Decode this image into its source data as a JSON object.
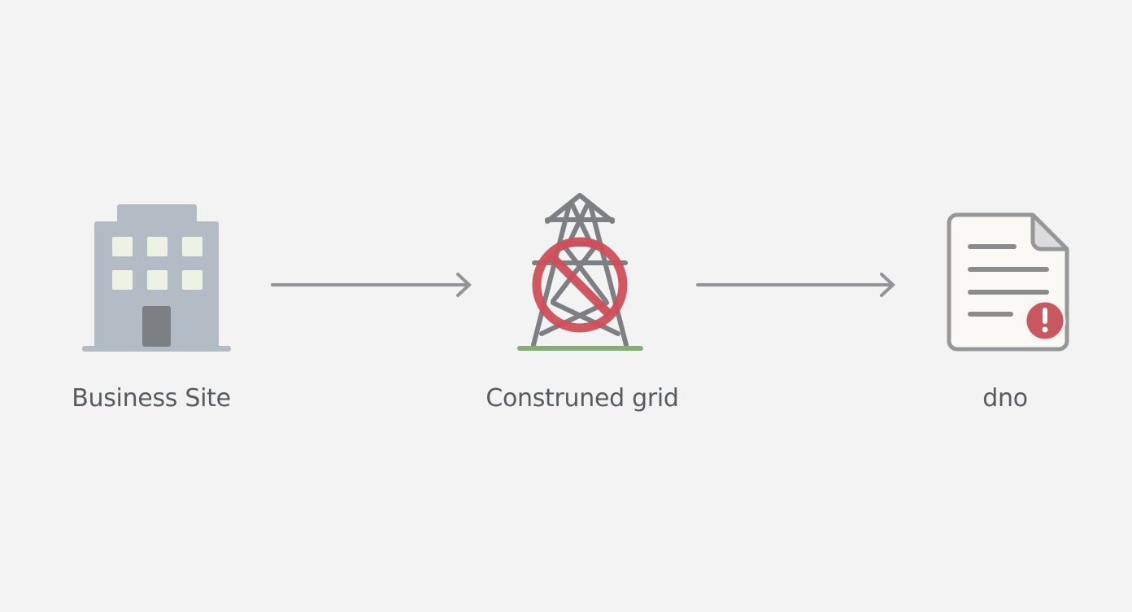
{
  "nodes": [
    {
      "id": "business-site",
      "label": "Business Site",
      "icon": "building-icon"
    },
    {
      "id": "constrained-grid",
      "label": "Construned grid",
      "icon": "blocked-pylon-icon"
    },
    {
      "id": "dno",
      "label": "dno",
      "icon": "document-warning-icon"
    }
  ],
  "colors": {
    "background": "#f3f3f3",
    "building": "#b3bbc5",
    "window": "#eef2e4",
    "door": "#7c7f83",
    "icon_gray": "#808285",
    "prohibit_red": "#cf4f58",
    "ground_green": "#86ad74",
    "alert_red": "#c9575f",
    "text": "#565b60"
  }
}
